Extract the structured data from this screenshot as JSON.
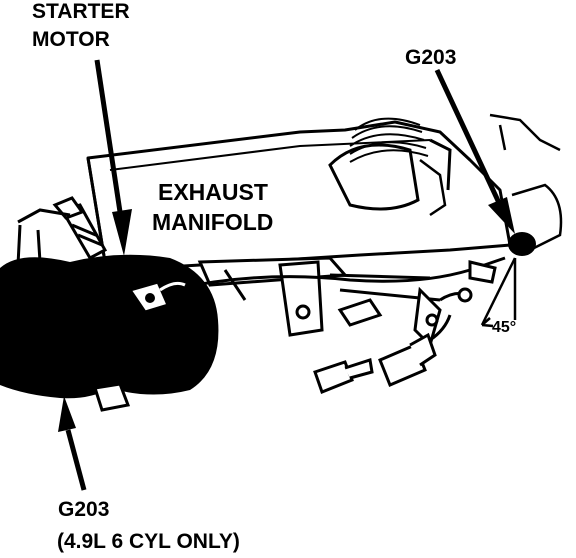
{
  "labels": {
    "starter_motor_line1": "STARTER",
    "starter_motor_line2": "MOTOR",
    "g203_top": "G203",
    "exhaust_line1": "EXHAUST",
    "exhaust_line2": "MANIFOLD",
    "g203_bottom": "G203",
    "g203_bottom_note": "(4.9L 6 CYL ONLY)",
    "angle": "45°"
  },
  "colors": {
    "ink": "#000000",
    "paper": "#ffffff"
  }
}
